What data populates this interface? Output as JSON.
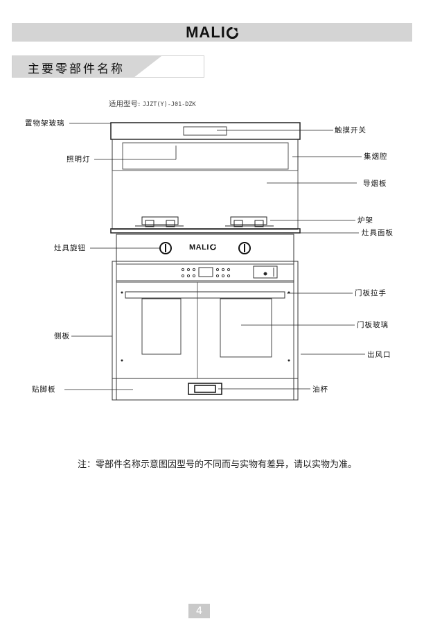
{
  "header": {
    "brand": "MALI",
    "brand_end": ""
  },
  "section": {
    "title": "主要零部件名称"
  },
  "model": {
    "prefix": "适用型号:",
    "code": "JJZT(Y)-J01-DZK"
  },
  "appliance_brand": "MALI",
  "labels": {
    "shelf_glass": "置物架玻璃",
    "touch_switch": "触摸开关",
    "lighting": "照明灯",
    "smoke_cavity": "集烟腔",
    "smoke_guide": "导烟板",
    "burner_rack": "炉架",
    "stove_panel": "灶具面板",
    "stove_knob": "灶具旋钮",
    "door_handle": "门板拉手",
    "door_glass": "门板玻璃",
    "side_panel": "侧板",
    "air_outlet": "出风口",
    "kick_plate": "贴脚板",
    "oil_cup": "油杯"
  },
  "note": "注：零部件名称示意图因型号的不同而与实物有差异，请以实物为准。",
  "page_number": "4"
}
